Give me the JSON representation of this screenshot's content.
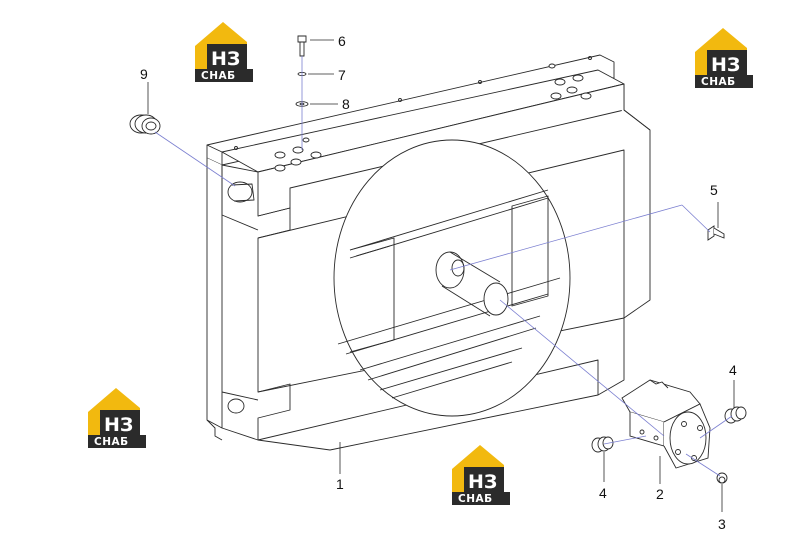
{
  "colors": {
    "outline": "#2a2a2a",
    "leader": "#7b7fd0",
    "logo_gold": "#f2b90f",
    "logo_dark": "#2b2b2b",
    "logo_white": "#ffffff"
  },
  "watermark": {
    "top_text": "НЗ",
    "bottom_text": "СНАБ"
  },
  "callouts": [
    "1",
    "2",
    "3",
    "4",
    "4",
    "5",
    "6",
    "7",
    "8",
    "9"
  ]
}
